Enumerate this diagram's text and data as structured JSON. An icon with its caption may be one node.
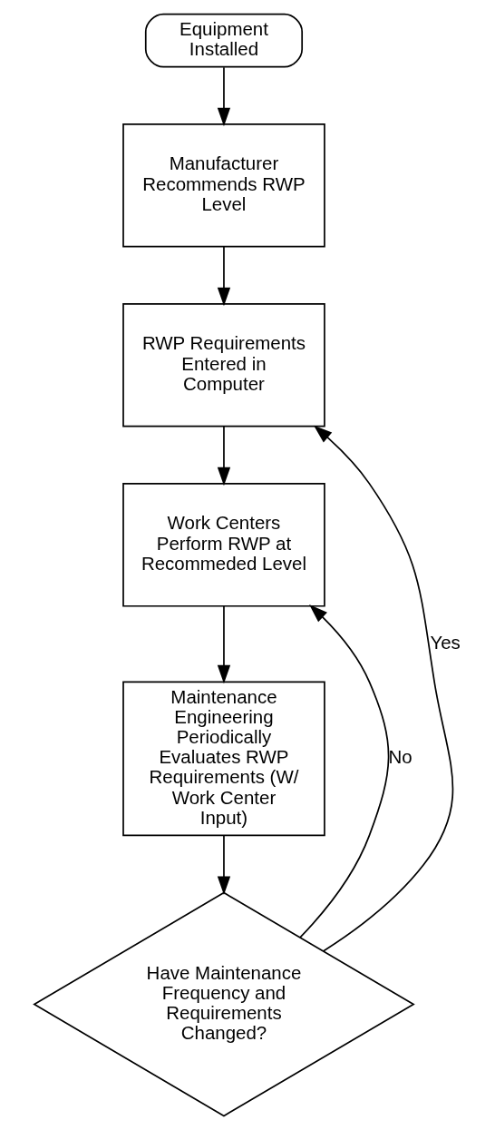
{
  "diagram": {
    "nodes": [
      {
        "text": [
          "Equipment Installed"
        ]
      },
      {
        "text": [
          "Manufacturer Recommends RWP Level"
        ]
      },
      {
        "text": [
          "RWP Requirements Entered in Computer"
        ]
      },
      {
        "text": [
          "Work Centers Perform RWP at Recommeded Level"
        ]
      },
      {
        "text": [
          "Maintenance Engineering Periodically Evaluates RWP Requirements (W/ Work Center Input)"
        ]
      },
      {
        "text": [
          "Have Maintenance Frequency and Requirements Changed?"
        ]
      }
    ],
    "edges": [
      {
        "from": 0,
        "to": 1,
        "arrow": "to"
      },
      {
        "from": 1,
        "to": 2,
        "arrow": "to"
      },
      {
        "from": 2,
        "to": 3,
        "arrow": "to"
      },
      {
        "from": 3,
        "to": 4,
        "arrow": "to"
      },
      {
        "from": 4,
        "to": 5,
        "arrow": "to"
      },
      {
        "from": 5,
        "to": 3,
        "arrow": "to",
        "label": "No"
      },
      {
        "from": 5,
        "to": 2,
        "arrow": "to",
        "label": "Yes"
      }
    ]
  }
}
